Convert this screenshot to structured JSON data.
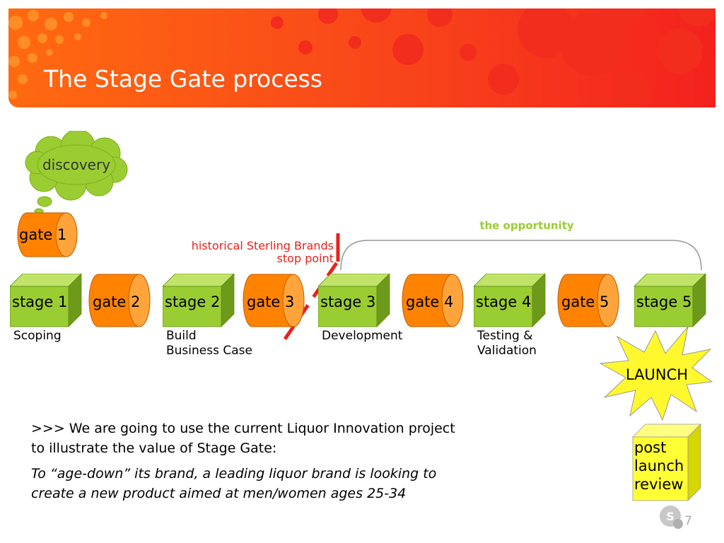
{
  "slide": {
    "title": "The Stage Gate process",
    "page_number": "7",
    "logo_text": "S"
  },
  "discovery": {
    "label": "discovery"
  },
  "gate1": {
    "label": "gate 1"
  },
  "process": [
    {
      "kind": "stage",
      "label": "stage 1",
      "caption": [
        "Scoping"
      ]
    },
    {
      "kind": "gate",
      "label": "gate 2"
    },
    {
      "kind": "stage",
      "label": "stage 2",
      "caption": [
        "Build",
        "Business Case"
      ]
    },
    {
      "kind": "gate",
      "label": "gate 3"
    },
    {
      "kind": "stage",
      "label": "stage 3",
      "caption": [
        "Development"
      ]
    },
    {
      "kind": "gate",
      "label": "gate 4"
    },
    {
      "kind": "stage",
      "label": "stage 4",
      "caption": [
        "Testing &",
        "Validation"
      ]
    },
    {
      "kind": "gate",
      "label": "gate 5"
    },
    {
      "kind": "stage",
      "label": "stage 5"
    }
  ],
  "annotations": {
    "historical_stop": [
      "historical Sterling Brands",
      "stop point"
    ],
    "opportunity": "the opportunity"
  },
  "launch": {
    "label": "LAUNCH"
  },
  "post_launch": {
    "lines": [
      "post",
      "launch",
      "review"
    ]
  },
  "body": {
    "line1": ">>> We are going to use the current Liquor Innovation project",
    "line2": "to illustrate the value of Stage Gate:",
    "line3": "To “age-down” its brand, a leading liquor brand is looking to",
    "line4": "create a new product aimed at men/women ages 25-34"
  },
  "colors": {
    "stage_front": "#9ACD32",
    "stage_top": "#C2E36A",
    "stage_side": "#6E9A1C",
    "gate_body": "#FF8300",
    "gate_end": "#FFA43A",
    "stop_line": "#E8211B",
    "opportunity_text": "#9ACD32",
    "launch_fill": "#FFF82E",
    "review_front": "#FFFF33",
    "review_side": "#D6D600",
    "banner_orange": "#FF6A10",
    "banner_red": "#F4211E"
  }
}
